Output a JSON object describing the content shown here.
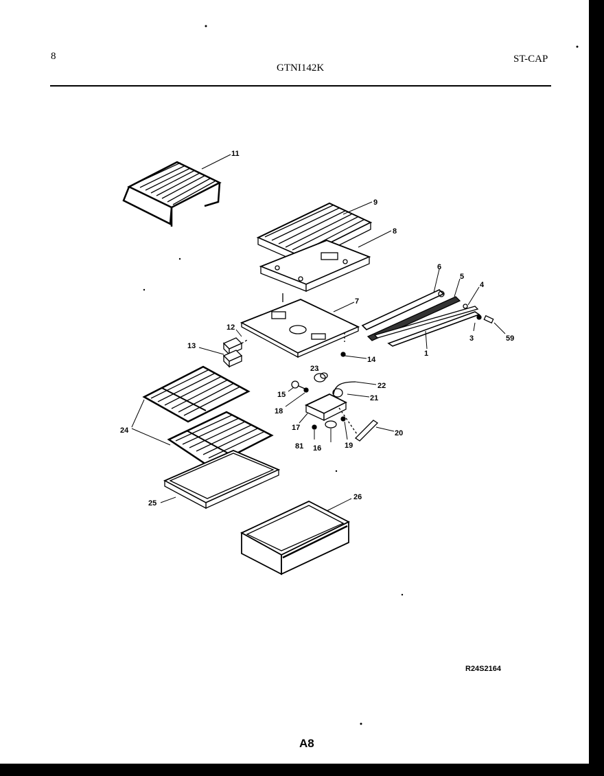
{
  "header": {
    "left_mark": "8",
    "model": "GTNI142K",
    "right_code": "ST-CAP"
  },
  "diagram": {
    "callouts": {
      "p1": "1",
      "p3": "3",
      "p4": "4",
      "p5": "5",
      "p6": "6",
      "p7": "7",
      "p8": "8",
      "p9": "9",
      "p11": "11",
      "p12": "12",
      "p13": "13",
      "p14": "14",
      "p15": "15",
      "p16": "16",
      "p17": "17",
      "p18": "18",
      "p19": "19",
      "p20": "20",
      "p21": "21",
      "p22": "22",
      "p23": "23",
      "p24": "24",
      "p25": "25",
      "p26": "26",
      "p59": "59",
      "p81": "81"
    }
  },
  "footer": {
    "reference": "R24S2164",
    "page": "A8"
  }
}
